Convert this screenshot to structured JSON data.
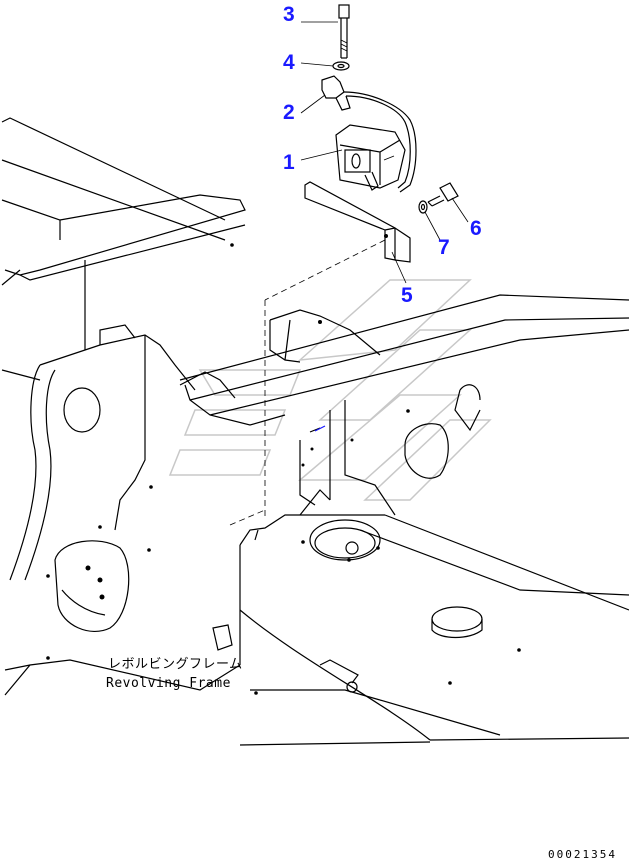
{
  "callouts": [
    {
      "id": "1",
      "text": "1"
    },
    {
      "id": "2",
      "text": "2"
    },
    {
      "id": "3",
      "text": "3"
    },
    {
      "id": "4",
      "text": "4"
    },
    {
      "id": "5",
      "text": "5"
    },
    {
      "id": "6",
      "text": "6"
    },
    {
      "id": "7",
      "text": "7"
    }
  ],
  "frame_label": {
    "japanese": "レボルビングフレーム",
    "english": "Revolving Frame"
  },
  "document_number": "00021354",
  "colors": {
    "callout": "#1a1aff",
    "line": "#000000",
    "watermark": "#c8c8c8"
  }
}
